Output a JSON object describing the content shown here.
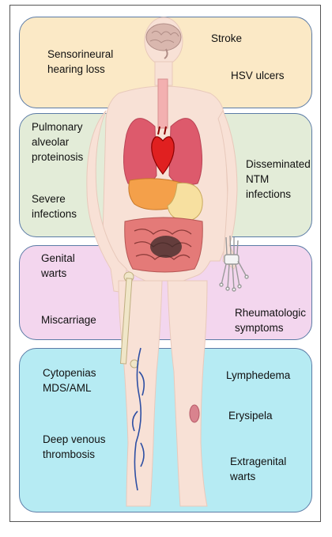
{
  "colors": {
    "panel_head": "#fbe9c6",
    "panel_chest": "#e3ecd8",
    "panel_pelvis": "#f3d6ee",
    "panel_legs": "#b6ebf3",
    "panel_border": "#5b7ba6",
    "body_skin": "#f8e1d6"
  },
  "labels": {
    "hearing_loss": "Sensorineural\nhearing loss",
    "stroke": "Stroke",
    "hsv_ulcers": "HSV ulcers",
    "pap": "Pulmonary\nalveolar\nproteinosis",
    "severe_infections": "Severe\ninfections",
    "ntm": "Disseminated\nNTM\ninfections",
    "genital_warts": "Genital\nwarts",
    "miscarriage": "Miscarriage",
    "rheumatologic": "Rheumatologic\nsymptoms",
    "cytopenias": "Cytopenias\nMDS/AML",
    "dvt": "Deep venous\nthrombosis",
    "lymphedema": "Lymphedema",
    "erysipela": "Erysipela",
    "extragenital_warts": "Extragenital\nwarts"
  },
  "icons": [
    "brain-icon",
    "lungs-icon",
    "heart-icon",
    "liver-icon",
    "stomach-icon",
    "intestines-icon",
    "hand-skeleton-icon",
    "femur-bone-icon",
    "leg-veins-icon",
    "skin-lesion-icon"
  ]
}
